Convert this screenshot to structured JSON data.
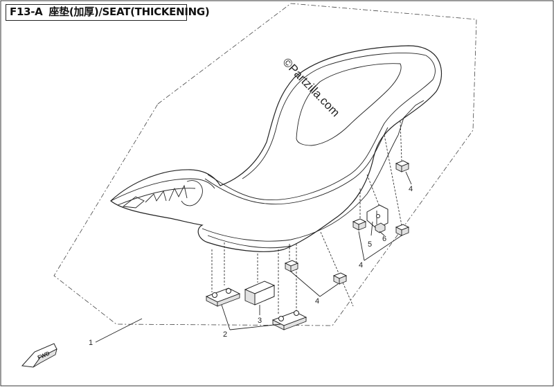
{
  "title": {
    "code": "F13-A",
    "text": "座垫(加厚)/SEAT(THICKENING)"
  },
  "watermark": "©Partzilla.com",
  "callouts": {
    "c1": "1",
    "c2": "2",
    "c3": "3",
    "c4a": "4",
    "c4b": "4",
    "c4c": "4",
    "c5": "5",
    "c6": "6"
  },
  "fwd_label": "FWD",
  "colors": {
    "line": "#222222",
    "background": "#ffffff"
  }
}
